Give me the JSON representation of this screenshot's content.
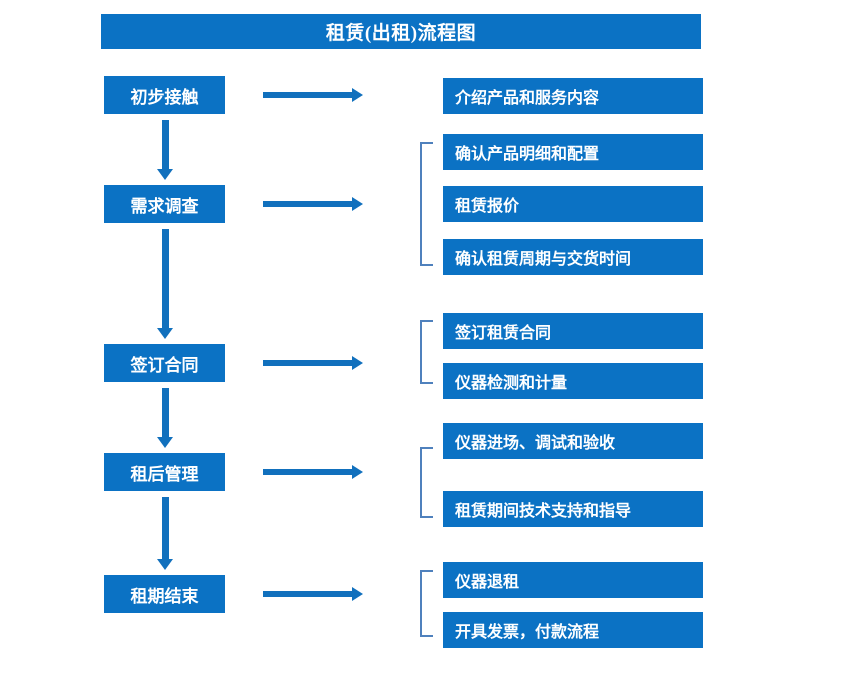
{
  "title": "租赁(出租)流程图",
  "colors": {
    "box_fill": "#0b72c4",
    "box_text": "#ffffff",
    "arrow": "#1170bd",
    "bracket": "#4f81bd",
    "background": "#ffffff"
  },
  "stages": [
    {
      "label": "初步接触"
    },
    {
      "label": "需求调查"
    },
    {
      "label": "签订合同"
    },
    {
      "label": "租后管理"
    },
    {
      "label": "租期结束"
    }
  ],
  "details": {
    "group1": [
      {
        "label": "介绍产品和服务内容"
      }
    ],
    "group2": [
      {
        "label": "确认产品明细和配置"
      },
      {
        "label": "租赁报价"
      },
      {
        "label": "确认租赁周期与交货时间"
      }
    ],
    "group3": [
      {
        "label": "签订租赁合同"
      },
      {
        "label": "仪器检测和计量"
      }
    ],
    "group4": [
      {
        "label": "仪器进场、调试和验收"
      },
      {
        "label": "租赁期间技术支持和指导"
      }
    ],
    "group5": [
      {
        "label": "仪器退租"
      },
      {
        "label": "开具发票，付款流程"
      }
    ]
  }
}
